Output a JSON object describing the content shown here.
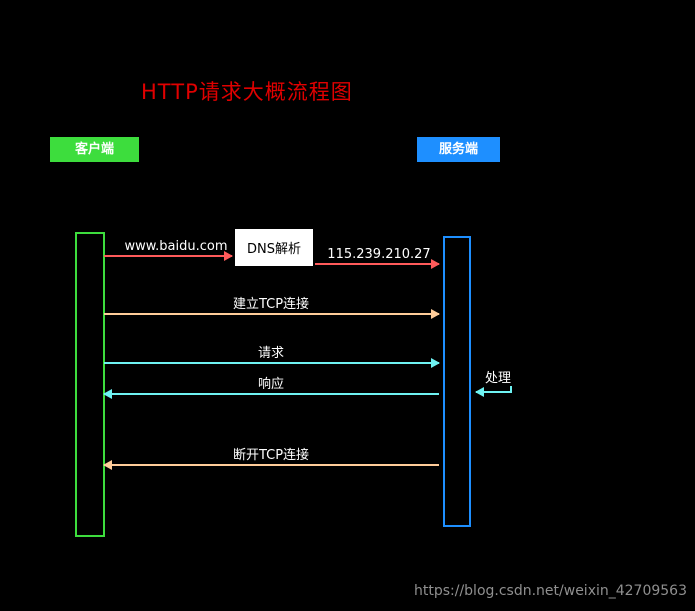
{
  "title": "HTTP请求大概流程图",
  "actors": {
    "client": "客户端",
    "server": "服务端"
  },
  "dns": {
    "label": "DNS解析"
  },
  "messages": {
    "dns_query": "www.baidu.com",
    "dns_result": "115.239.210.27",
    "tcp_connect": "建立TCP连接",
    "request": "请求",
    "process": "处理",
    "response": "响应",
    "tcp_close": "断开TCP连接"
  },
  "colors": {
    "background": "#000000",
    "text": "#ffffff",
    "title": "#e00000",
    "client": "#3ddd3d",
    "server": "#1e8fff",
    "dns_arrow": "#ff5a5a",
    "tcp_arrow": "#ffcc99",
    "msg_arrow": "#6ef2f2"
  },
  "watermark": "https://blog.csdn.net/weixin_42709563"
}
